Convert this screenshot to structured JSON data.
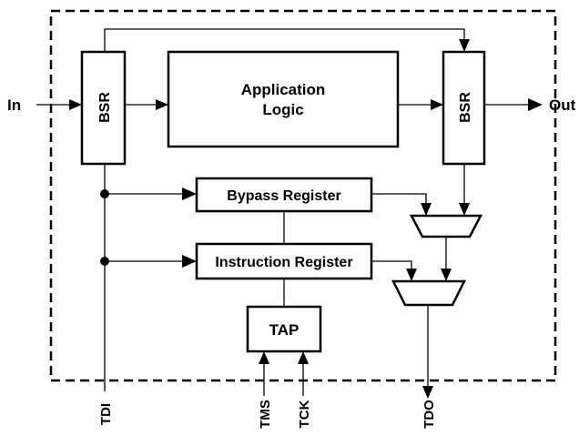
{
  "diagram": {
    "labels": {
      "in": "In",
      "out": "Out",
      "bsr_left": "BSR",
      "bsr_right": "BSR",
      "app_logic_line1": "Application",
      "app_logic_line2": "Logic",
      "bypass": "Bypass Register",
      "instruction": "Instruction Register",
      "tap": "TAP",
      "tdi": "TDI",
      "tms": "TMS",
      "tck": "TCK",
      "tdo": "TDO"
    }
  }
}
